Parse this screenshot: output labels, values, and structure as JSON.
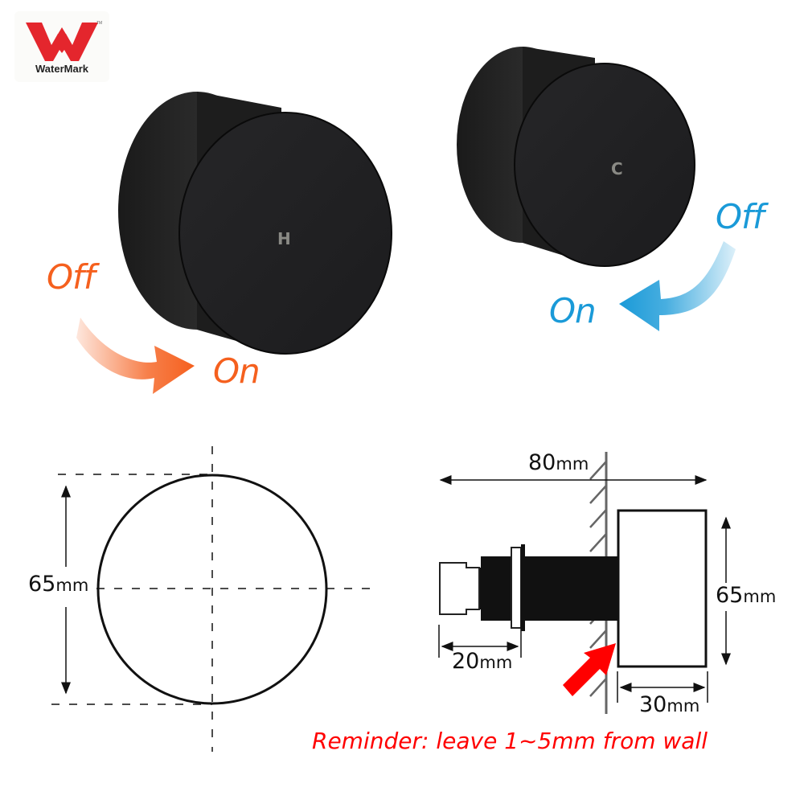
{
  "logo": {
    "name": "WaterMark",
    "trademark": "TM",
    "color": "#e4262d"
  },
  "knobs": [
    {
      "id": "hot",
      "letter": "H",
      "rotation": {
        "from_label": "Off",
        "to_label": "On",
        "direction": "clockwise",
        "color": "#f5601e"
      }
    },
    {
      "id": "cold",
      "letter": "C",
      "rotation": {
        "from_label": "Off",
        "to_label": "On",
        "direction": "counter-clockwise",
        "color": "#1a9ad8"
      }
    }
  ],
  "front_view": {
    "diameter_value": "65",
    "diameter_unit": "mm"
  },
  "side_view": {
    "total_depth_value": "80",
    "total_depth_unit": "mm",
    "height_value": "65",
    "height_unit": "mm",
    "stem_value": "20",
    "stem_unit": "mm",
    "knob_depth_value": "30",
    "knob_depth_unit": "mm",
    "pointer_color": "#ff0000"
  },
  "reminder": "Reminder: leave 1~5mm from wall"
}
